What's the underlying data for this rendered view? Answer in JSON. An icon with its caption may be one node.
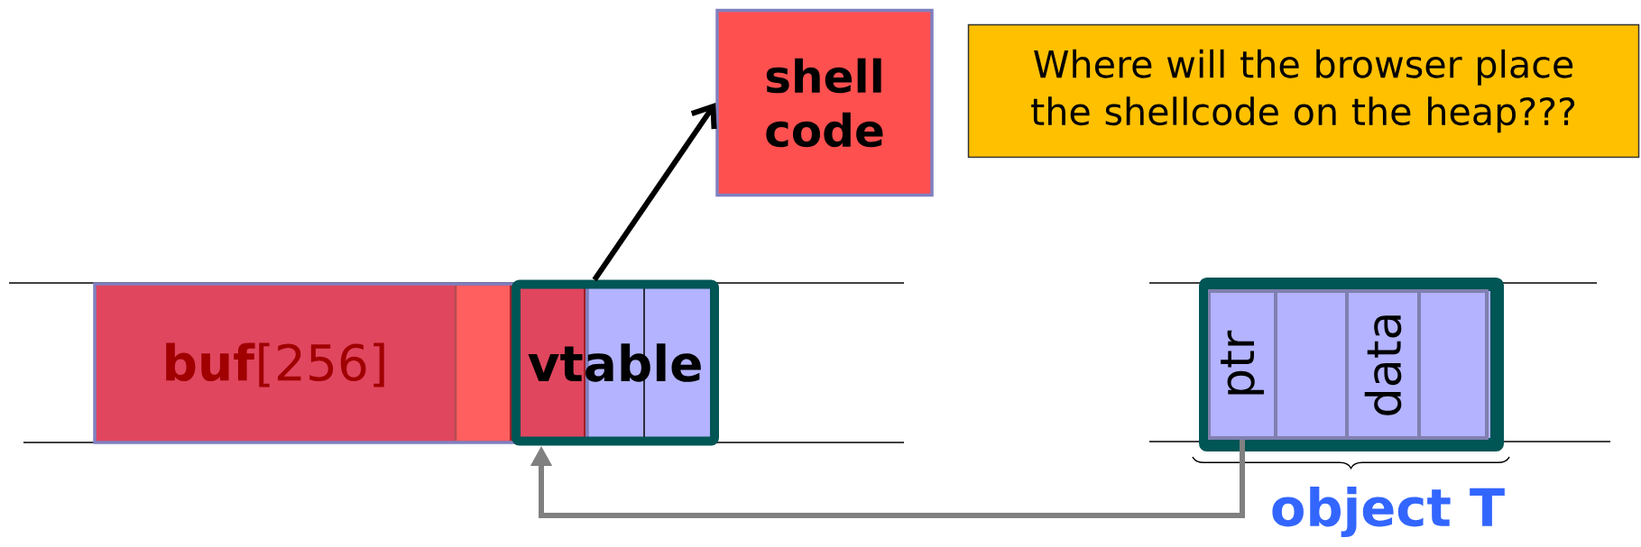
{
  "diagram": {
    "nodes": [
      {
        "text": [
          "shell code"
        ]
      },
      {
        "text": [
          "Where will the browser place the shellcode on the heap???"
        ]
      },
      {
        "text": [
          "**buf**[256]"
        ]
      },
      {
        "text": [
          "vtable"
        ]
      },
      {
        "text": [
          "object T"
        ]
      },
      {
        "text": [
          "ptr"
        ],
        "in": 4
      },
      {
        "text": [],
        "shape": "box",
        "in": 4
      },
      {
        "text": [
          "data"
        ],
        "in": 4
      },
      {
        "text": [],
        "shape": "box",
        "in": 4
      }
    ],
    "edges": [
      {
        "from": 3,
        "to": 0,
        "arrow": "to"
      },
      {
        "from": 5,
        "to": 3,
        "arrow": "to",
        "color": "#808080"
      }
    ]
  }
}
